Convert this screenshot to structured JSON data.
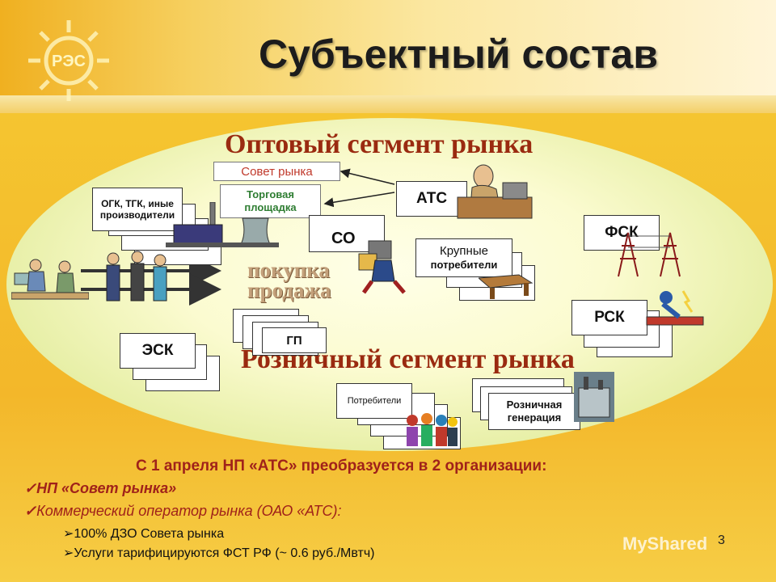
{
  "slide": {
    "title": "Субъектный состав",
    "page_number": "3",
    "watermark": "MyShared",
    "logo_text": "РЭС"
  },
  "diagram": {
    "wholesale_title": "Оптовый сегмент рынка",
    "retail_title": "Розничный сегмент рынка",
    "trade_line1": "покупка",
    "trade_line2": "продажа",
    "nodes": {
      "market_council": "Совет рынка",
      "trading_floor": "Торговая площадка",
      "ats": "АТС",
      "generators": "ОГК, ТГК, иные производители",
      "so": "СО",
      "large_consumers_1": "Крупные",
      "large_consumers_2": "потребители",
      "fsk": "ФСК",
      "rsk": "РСК",
      "gp": "ГП",
      "esk": "ЭСК",
      "consumers": "Потребители",
      "retail_gen_1": "Розничная",
      "retail_gen_2": "генерация"
    }
  },
  "notes": {
    "heading": "С 1 апреля НП «АТС» преобразуется в 2 организации:",
    "item1": "НП «Совет рынка»",
    "item2": "Коммерческий оператор рынка (ОАО «АТС):",
    "sub1": "100% ДЗО Совета рынка",
    "sub2": "Услуги тарифицируются ФСТ РФ (~ 0.6 руб./Мвтч)"
  },
  "colors": {
    "accent_red": "#a0221a",
    "segment_title": "#9a2a10",
    "background": "#f5c530"
  }
}
